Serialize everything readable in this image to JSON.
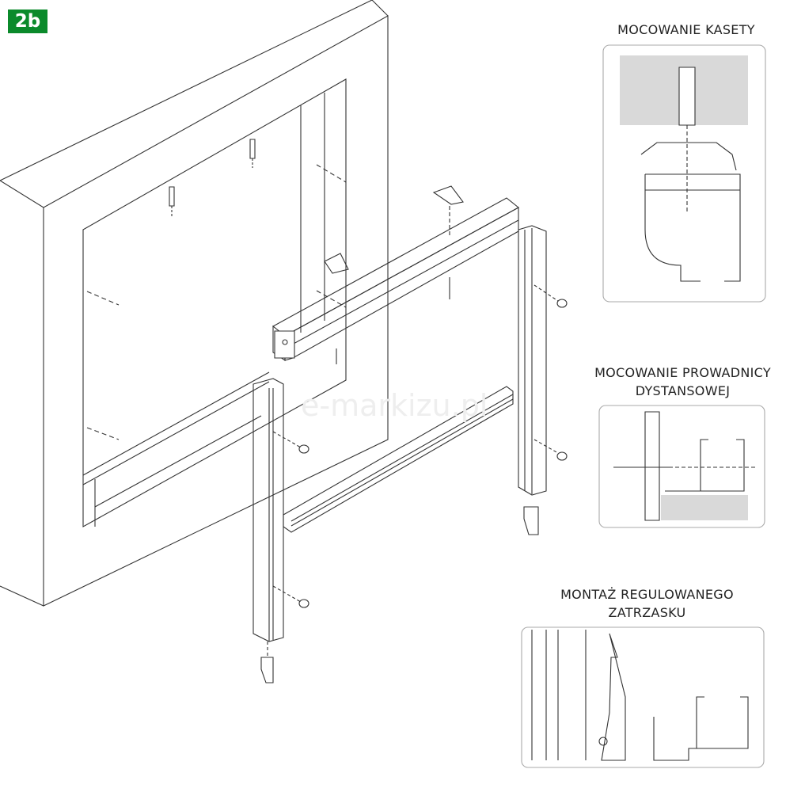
{
  "badge": {
    "label": "2b",
    "color": "#0b8a2b"
  },
  "watermark": "e-markizu.pl",
  "details": [
    {
      "title_lines": [
        "MOCOWANIE KASETY"
      ]
    },
    {
      "title_lines": [
        "MOCOWANIE PROWADNICY",
        "DYSTANSOWEJ"
      ]
    },
    {
      "title_lines": [
        "MONTAŻ REGULOWANEGO",
        "ZATRZASKU"
      ]
    }
  ]
}
